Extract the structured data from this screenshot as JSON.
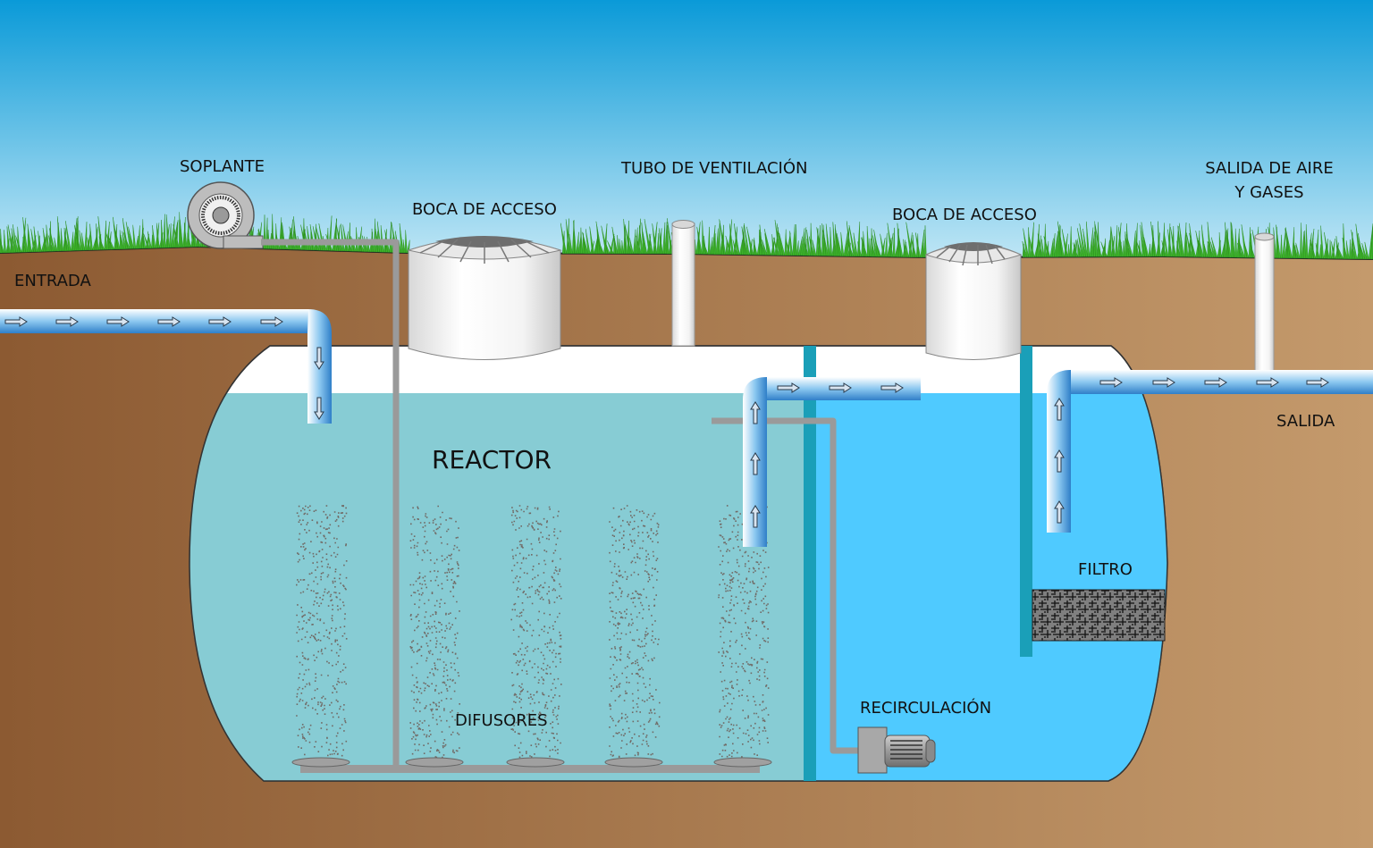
{
  "labels": {
    "soplante": "SOPLANTE",
    "tubo_ventilacion": "TUBO DE VENTILACIÓN",
    "boca_acceso_1": "BOCA DE ACCESO",
    "boca_acceso_2": "BOCA DE ACCESO",
    "salida_aire_line1": "SALIDA DE AIRE",
    "salida_aire_line2": "Y GASES",
    "entrada": "ENTRADA",
    "salida": "SALIDA",
    "reactor": "REACTOR",
    "filtro": "FILTRO",
    "difusores": "DIFUSORES",
    "recirculacion": "RECIRCULACIÓN"
  },
  "colors": {
    "sky_top": "#0a9ad8",
    "sky_bottom": "#bfe6f5",
    "grass": "#3fb52c",
    "soil_dark": "#8c5a32",
    "soil_light": "#c49a6c",
    "tank_empty": "#ffffff",
    "reactor_water": "#87ccd4",
    "clarifier_water": "#4fcaff",
    "baffle": "#1a9fb8",
    "air_pipe": "#9a9a9a",
    "pipe_blue": "#3a8fd8"
  },
  "icons": [
    "blower-icon",
    "pump-motor-icon",
    "flow-arrow-icon",
    "filter-mesh-icon",
    "air-bubbles-icon"
  ]
}
